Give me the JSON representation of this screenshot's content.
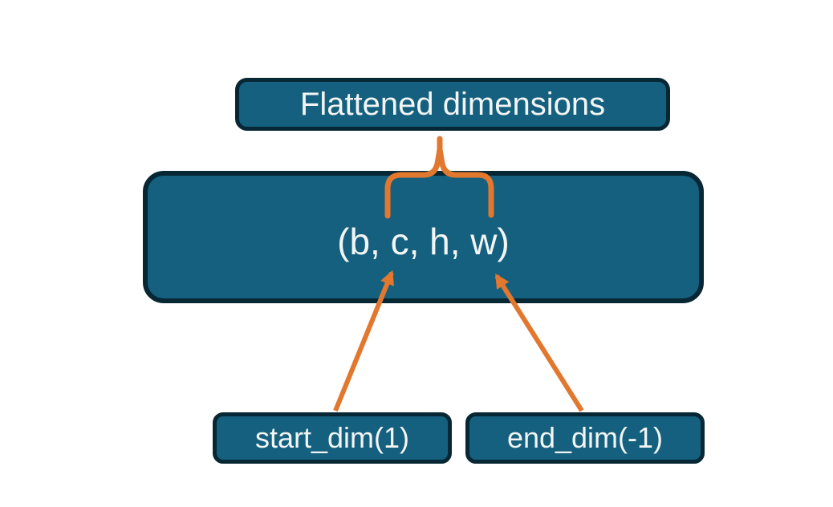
{
  "diagram": {
    "nodes": {
      "flattened": {
        "label": "Flattened dimensions"
      },
      "tensor": {
        "label": "(b, c, h, w)"
      },
      "start_dim": {
        "label": "start_dim(1)"
      },
      "end_dim": {
        "label": "end_dim(-1)"
      }
    },
    "connectors": {
      "brace": "curly-brace-spanning-c-h-w",
      "start_arrow": "arrow-from-start_dim-to-c",
      "end_arrow": "arrow-from-end_dim-to-w"
    },
    "colors": {
      "background": "#ffffff",
      "box_fill": "#15607f",
      "box_border": "#062733",
      "accent_orange": "#e2772e",
      "text": "#f2f5f4"
    }
  }
}
